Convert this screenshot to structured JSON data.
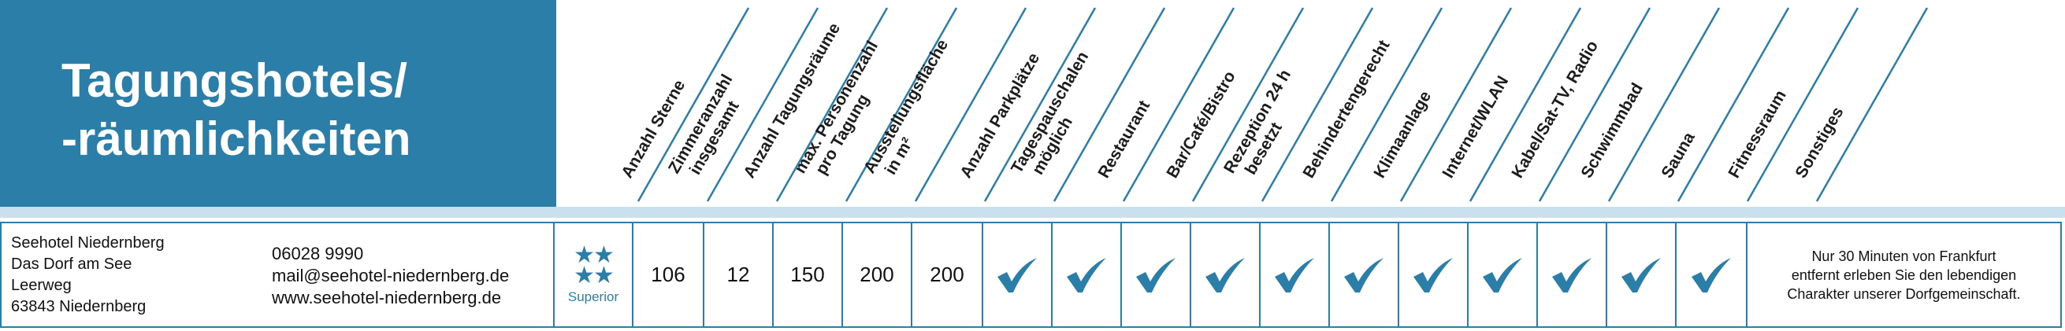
{
  "title": {
    "line1": "Tagungshotels/",
    "line2": "-räumlichkeiten"
  },
  "columns": [
    {
      "lines": [
        "Anzahl  Sterne"
      ]
    },
    {
      "lines": [
        "Zimmeranzahl",
        "insgesamt"
      ]
    },
    {
      "lines": [
        "Anzahl Tagungsräume"
      ]
    },
    {
      "lines": [
        "max. Personenzahl",
        "pro Tagung"
      ]
    },
    {
      "lines": [
        "Ausstellungsfläche",
        "in m²"
      ]
    },
    {
      "lines": [
        "Anzahl Parkplätze"
      ]
    },
    {
      "lines": [
        "Tagespauschalen",
        "möglich"
      ]
    },
    {
      "lines": [
        "Restaurant"
      ]
    },
    {
      "lines": [
        "Bar/Café/Bistro"
      ]
    },
    {
      "lines": [
        "Rezeption 24 h",
        "besetzt"
      ]
    },
    {
      "lines": [
        "Behindertengerecht"
      ]
    },
    {
      "lines": [
        "Klimaanlage"
      ]
    },
    {
      "lines": [
        "Internet/WLAN"
      ]
    },
    {
      "lines": [
        "Kabel/Sat-TV, Radio"
      ]
    },
    {
      "lines": [
        "Schwimmbad"
      ]
    },
    {
      "lines": [
        "Sauna"
      ]
    },
    {
      "lines": [
        "Fitnessraum"
      ]
    },
    {
      "lines": [
        "Sonstiges"
      ]
    }
  ],
  "hotel": {
    "address": [
      "Seehotel Niedernberg",
      "Das Dorf am See",
      "Leerweg",
      "63843 Niedernberg"
    ],
    "contact": [
      "06028 9990",
      "mail@seehotel-niedernberg.de",
      "www.seehotel-niedernberg.de"
    ],
    "stars": {
      "count": 4,
      "label": "Superior"
    },
    "rooms": "106",
    "meeting_rooms": "12",
    "max_persons": "150",
    "exhibition_area": "200",
    "parking": "200",
    "checks": [
      true,
      true,
      true,
      true,
      true,
      true,
      true,
      true,
      true,
      true,
      true
    ],
    "note": [
      "Nur 30 Minuten von Frankfurt",
      "entfernt erleben Sie den lebendigen",
      "Charakter unserer Dorfgemeinschaft."
    ]
  },
  "colors": {
    "accent": "#2a7ea8",
    "band": "#c9e1ef",
    "title_text": "#ffffff"
  },
  "icons": {
    "check": "checkmark-icon",
    "star": "star-icon"
  }
}
